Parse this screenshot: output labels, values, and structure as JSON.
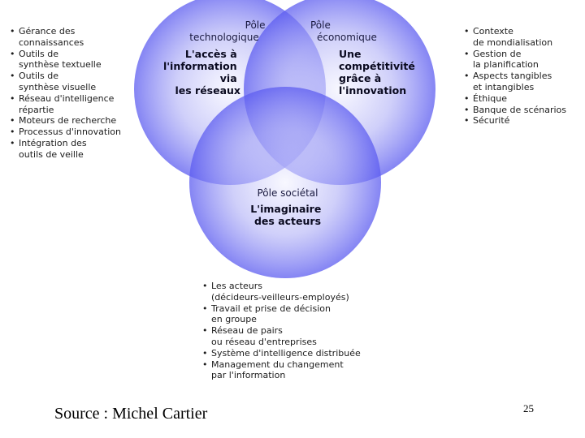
{
  "circles": {
    "tech": {
      "pole": [
        "Pôle",
        "technologique"
      ],
      "main": [
        "L'accès à",
        "l'information",
        "via",
        "les réseaux"
      ]
    },
    "eco": {
      "pole": [
        "Pôle",
        "économique"
      ],
      "main": [
        "Une",
        "compétitivité",
        "grâce à",
        "l'innovation"
      ]
    },
    "soc": {
      "pole": [
        "Pôle sociétal"
      ],
      "main": [
        "L'imaginaire",
        "des acteurs"
      ]
    }
  },
  "lists": {
    "left": [
      "Gérance des\nconnaissances",
      "Outils de\nsynthèse textuelle",
      "Outils de\nsynthèse visuelle",
      "Réseau d'intelligence\nrépartie",
      "Moteurs de recherche",
      "Processus d'innovation",
      "Intégration des\noutils de veille"
    ],
    "right": [
      "Contexte\nde mondialisation",
      "Gestion de\nla planification",
      "Aspects tangibles\net intangibles",
      "Éthique",
      "Banque de scénarios",
      "Sécurité"
    ],
    "bottom": [
      "Les acteurs\n(décideurs-veilleurs-employés)",
      "Travail et prise de décision\nen groupe",
      "Réseau de pairs\nou réseau d'entreprises",
      "Système d'intelligence distribuée",
      "Management du changement\npar l'information"
    ]
  },
  "footer": {
    "source": "Source : Michel Cartier",
    "page_number": "25"
  },
  "colors": {
    "circle_center": "#f2f2ff",
    "circle_edge": "#5c5cf0"
  }
}
